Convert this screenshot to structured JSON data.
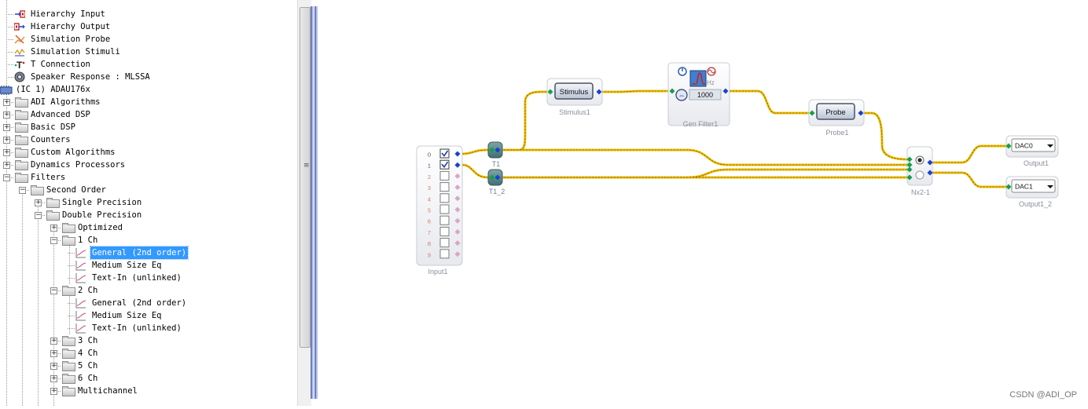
{
  "tree": {
    "items": [
      {
        "label": "Hierarchy Input",
        "icon": "hierarchy-input-icon"
      },
      {
        "label": "Hierarchy Output",
        "icon": "hierarchy-output-icon"
      },
      {
        "label": "Simulation Probe",
        "icon": "simulation-probe-icon"
      },
      {
        "label": "Simulation Stimuli",
        "icon": "simulation-stimuli-icon"
      },
      {
        "label": "T Connection",
        "icon": "t-connection-icon"
      },
      {
        "label": "Speaker Response : MLSSA",
        "icon": "speaker-icon"
      },
      {
        "label": "(IC 1) ADAU176x",
        "icon": "chip-icon"
      },
      {
        "label": "ADI Algorithms",
        "icon": "folder-icon"
      },
      {
        "label": "Advanced DSP",
        "icon": "folder-icon"
      },
      {
        "label": "Basic DSP",
        "icon": "folder-icon"
      },
      {
        "label": "Counters",
        "icon": "folder-icon"
      },
      {
        "label": "Custom Algorithms",
        "icon": "folder-icon"
      },
      {
        "label": "Dynamics Processors",
        "icon": "folder-icon"
      },
      {
        "label": "Filters",
        "icon": "folder-icon"
      },
      {
        "label": "Second Order",
        "icon": "folder-icon"
      },
      {
        "label": "Single Precision",
        "icon": "folder-icon"
      },
      {
        "label": "Double Precision",
        "icon": "folder-icon"
      },
      {
        "label": "Optimized",
        "icon": "folder-icon"
      },
      {
        "label": "1 Ch",
        "icon": "folder-icon"
      },
      {
        "label": "General (2nd order)",
        "icon": "filter-curve-icon"
      },
      {
        "label": "Medium Size Eq",
        "icon": "filter-curve-icon"
      },
      {
        "label": "Text-In (unlinked)",
        "icon": "filter-curve-icon"
      },
      {
        "label": "2 Ch",
        "icon": "folder-icon"
      },
      {
        "label": "General (2nd order)",
        "icon": "filter-curve-icon"
      },
      {
        "label": "Medium Size Eq",
        "icon": "filter-curve-icon"
      },
      {
        "label": "Text-In (unlinked)",
        "icon": "filter-curve-icon"
      },
      {
        "label": "3 Ch",
        "icon": "folder-icon"
      },
      {
        "label": "4 Ch",
        "icon": "folder-icon"
      },
      {
        "label": "5 Ch",
        "icon": "folder-icon"
      },
      {
        "label": "6 Ch",
        "icon": "folder-icon"
      },
      {
        "label": "Multichannel",
        "icon": "folder-icon"
      }
    ],
    "selected_label": "General (2nd order)"
  },
  "canvas": {
    "input_block": {
      "label": "Input1",
      "channels": [
        "0",
        "1",
        "2",
        "3",
        "4",
        "5",
        "6",
        "7",
        "8",
        "9"
      ],
      "checked": [
        true,
        true,
        false,
        false,
        false,
        false,
        false,
        false,
        false,
        false
      ]
    },
    "t1": {
      "label": "T1"
    },
    "t1_2": {
      "label": "T1_2"
    },
    "stimulus": {
      "button": "Stimulus",
      "label": "Stimulus1"
    },
    "gen_filter": {
      "label": "Gen Filter1",
      "hz": "Hz",
      "value": "1000"
    },
    "probe": {
      "button": "Probe",
      "label": "Probe1"
    },
    "switch": {
      "label": "Nx2-1"
    },
    "output1": {
      "value": "DAC0",
      "label": "Output1"
    },
    "output1_2": {
      "value": "DAC1",
      "label": "Output1_2"
    },
    "wire_color": "#f2c000",
    "pin_blue": "#1a3fd6",
    "pin_green": "#13a04a"
  },
  "watermark": "CSDN @ADI_OP"
}
